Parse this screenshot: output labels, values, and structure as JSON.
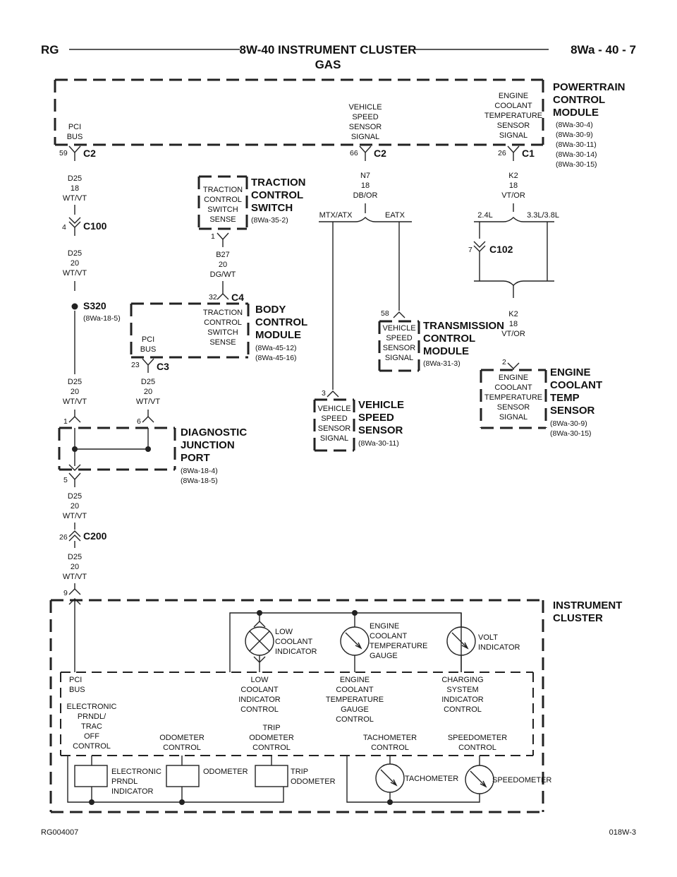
{
  "header": {
    "left": "RG",
    "title": "8W-40 INSTRUMENT CLUSTER",
    "subtitle": "GAS",
    "right": "8Wa - 40 - 7"
  },
  "footer": {
    "left": "RG004007",
    "right": "018W-3"
  },
  "modules": {
    "pcm": {
      "title": [
        "POWERTRAIN",
        "CONTROL",
        "MODULE"
      ],
      "refs": [
        "(8Wa-30-4)",
        "(8Wa-30-9)",
        "(8Wa-30-11)",
        "(8Wa-30-14)",
        "(8Wa-30-15)"
      ]
    },
    "tcs": {
      "title": [
        "TRACTION",
        "CONTROL",
        "SWITCH"
      ],
      "refs": [
        "(8Wa-35-2)"
      ]
    },
    "bcm": {
      "title": [
        "BODY",
        "CONTROL",
        "MODULE"
      ],
      "refs": [
        "(8Wa-45-12)",
        "(8Wa-45-16)"
      ]
    },
    "tcm": {
      "title": [
        "TRANSMISSION",
        "CONTROL",
        "MODULE"
      ],
      "refs": [
        "(8Wa-31-3)"
      ]
    },
    "vss": {
      "title": [
        "VEHICLE",
        "SPEED",
        "SENSOR"
      ],
      "refs": [
        "(8Wa-30-11)"
      ]
    },
    "ects": {
      "title": [
        "ENGINE",
        "COOLANT",
        "TEMP",
        "SENSOR"
      ],
      "refs": [
        "(8Wa-30-9)",
        "(8Wa-30-15)"
      ]
    },
    "djp": {
      "title": [
        "DIAGNOSTIC",
        "JUNCTION",
        "PORT"
      ],
      "refs": [
        "(8Wa-18-4)",
        "(8Wa-18-5)"
      ]
    },
    "ic": {
      "title": [
        "INSTRUMENT",
        "CLUSTER"
      ]
    }
  },
  "labels": {
    "pci_bus": [
      "PCI",
      "BUS"
    ],
    "vehicle_speed_signal": [
      "VEHICLE",
      "SPEED",
      "SENSOR",
      "SIGNAL"
    ],
    "ect_signal": [
      "ENGINE",
      "COOLANT",
      "TEMPERATURE",
      "SENSOR",
      "SIGNAL"
    ],
    "tcs_sense": [
      "TRACTION",
      "CONTROL",
      "SWITCH",
      "SENSE"
    ],
    "mtx_atx": "MTX/ATX",
    "eatx": "EATX",
    "eng_24": "2.4L",
    "eng_33": "3.3L/3.8L",
    "splice_name": "S320",
    "splice_ref": "(8Wa-18-5)",
    "low_coolant_indicator": [
      "LOW",
      "COOLANT",
      "INDICATOR"
    ],
    "ect_gauge": [
      "ENGINE",
      "COOLANT",
      "TEMPERATURE",
      "GAUGE"
    ],
    "volt_indicator": [
      "VOLT",
      "INDICATOR"
    ],
    "low_coolant_control": [
      "LOW",
      "COOLANT",
      "INDICATOR",
      "CONTROL"
    ],
    "ect_gauge_control": [
      "ENGINE",
      "COOLANT",
      "TEMPERATURE",
      "GAUGE",
      "CONTROL"
    ],
    "charging_control": [
      "CHARGING",
      "SYSTEM",
      "INDICATOR",
      "CONTROL"
    ],
    "prndl_control": [
      "ELECTRONIC",
      "PRNDL/",
      "TRAC",
      "OFF",
      "CONTROL"
    ],
    "odometer_control": [
      "ODOMETER",
      "CONTROL"
    ],
    "trip_odometer_control": [
      "TRIP",
      "ODOMETER",
      "CONTROL"
    ],
    "tachometer_control": [
      "TACHOMETER",
      "CONTROL"
    ],
    "speedometer_control": [
      "SPEEDOMETER",
      "CONTROL"
    ],
    "prndl_indicator": [
      "ELECTRONIC",
      "PRNDL",
      "INDICATOR"
    ],
    "odometer": "ODOMETER",
    "trip_odometer": [
      "TRIP",
      "ODOMETER"
    ],
    "tachometer": "TACHOMETER",
    "speedometer": "SPEEDOMETER"
  },
  "connectors": {
    "pcm_c2_a": {
      "pin": "59",
      "name": "C2"
    },
    "pcm_c2_b": {
      "pin": "66",
      "name": "C2"
    },
    "pcm_c1": {
      "pin": "26",
      "name": "C1"
    },
    "c100": {
      "pin": "4",
      "name": "C100"
    },
    "tcs_pin": {
      "pin": "1"
    },
    "bcm_c4": {
      "pin": "32",
      "name": "C4"
    },
    "bcm_c3": {
      "pin": "23",
      "name": "C3"
    },
    "c102": {
      "pin": "7",
      "name": "C102"
    },
    "tcm_pin": {
      "pin": "58"
    },
    "ects_pin": {
      "pin": "2"
    },
    "vss_pin": {
      "pin": "3"
    },
    "djp_pin1": {
      "pin": "1"
    },
    "djp_pin6": {
      "pin": "6"
    },
    "djp_pin5": {
      "pin": "5"
    },
    "c200": {
      "pin": "26",
      "name": "C200"
    },
    "ic_pin": {
      "pin": "9"
    }
  },
  "wires": {
    "w1": [
      "D25",
      "18",
      "WT/VT"
    ],
    "w2": [
      "D25",
      "20",
      "WT/VT"
    ],
    "w3": [
      "D25",
      "20",
      "WT/VT"
    ],
    "w4": [
      "D25",
      "20",
      "WT/VT"
    ],
    "w5": [
      "D25",
      "20",
      "WT/VT"
    ],
    "w6": [
      "D25",
      "20",
      "WT/VT"
    ],
    "w7": [
      "B27",
      "20",
      "DG/WT"
    ],
    "w8": [
      "N7",
      "18",
      "DB/OR"
    ],
    "w9": [
      "K2",
      "18",
      "VT/OR"
    ],
    "w10": [
      "K2",
      "18",
      "VT/OR"
    ]
  }
}
